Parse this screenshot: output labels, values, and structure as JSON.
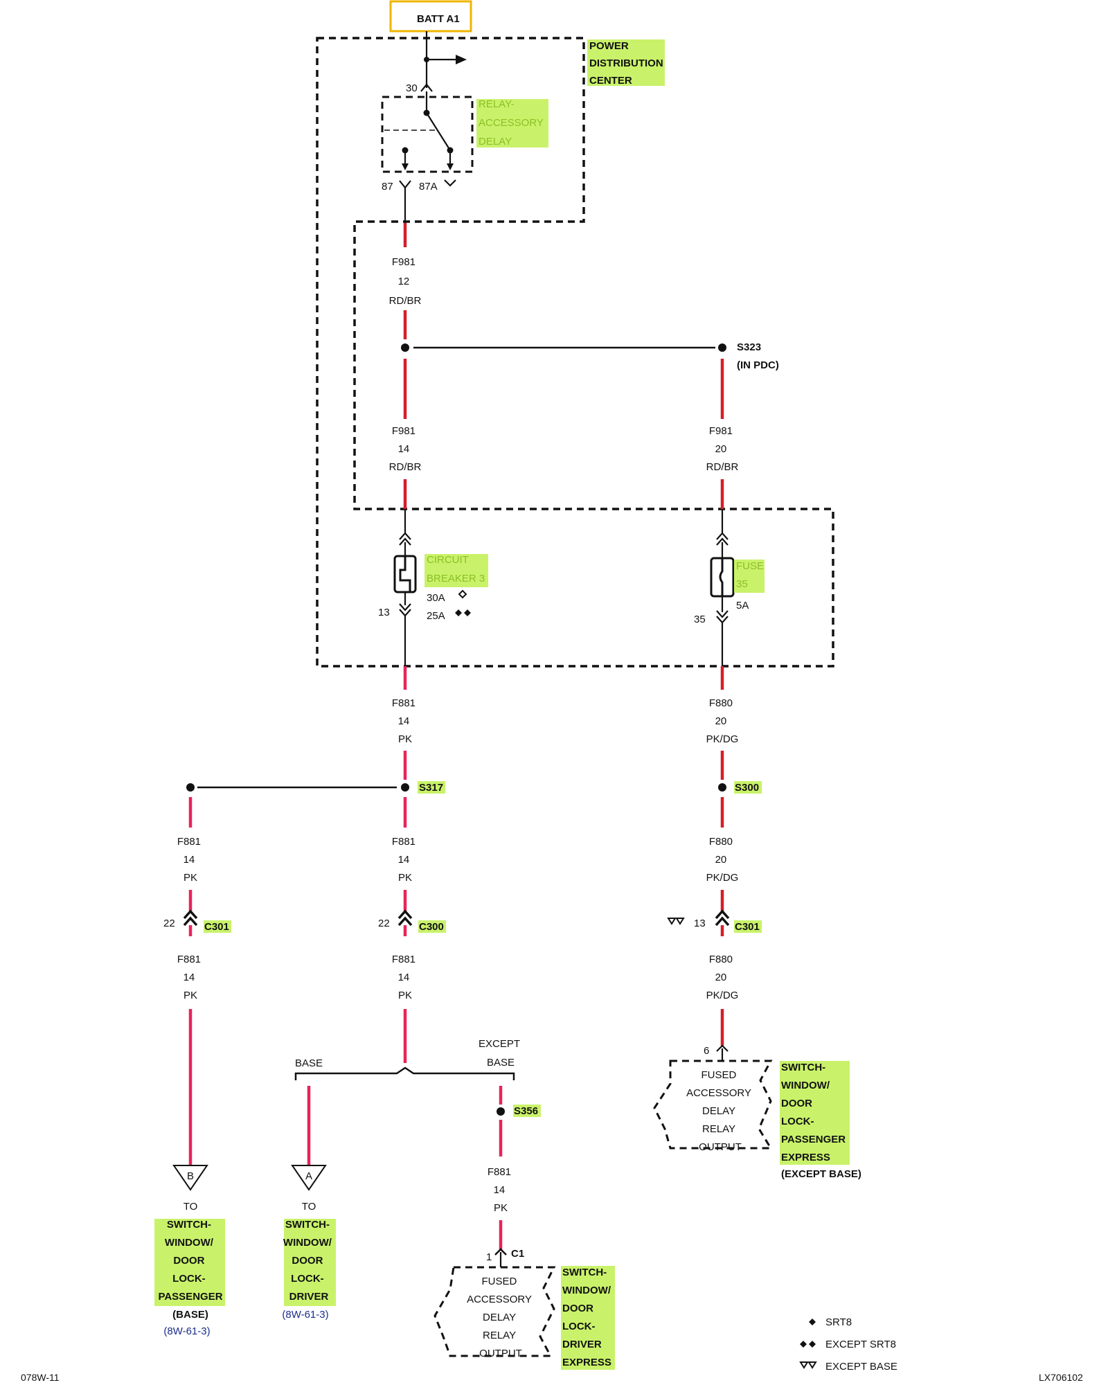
{
  "batt": "BATT A1",
  "pdc": [
    "POWER",
    "DISTRIBUTION",
    "CENTER"
  ],
  "relay": [
    "RELAY-",
    "ACCESSORY",
    "DELAY"
  ],
  "relay_pins": {
    "p30": "30",
    "p87": "87",
    "p87a": "87A"
  },
  "wires": {
    "w1": {
      "circuit": "F981",
      "gauge": "12",
      "color": "RD/BR"
    },
    "w2": {
      "circuit": "F981",
      "gauge": "14",
      "color": "RD/BR"
    },
    "w3": {
      "circuit": "F981",
      "gauge": "20",
      "color": "RD/BR"
    },
    "w4": {
      "circuit": "F881",
      "gauge": "14",
      "color": "PK"
    },
    "w5": {
      "circuit": "F880",
      "gauge": "20",
      "color": "PK/DG"
    },
    "w6": {
      "circuit": "F881",
      "gauge": "14",
      "color": "PK"
    },
    "w7": {
      "circuit": "F881",
      "gauge": "14",
      "color": "PK"
    },
    "w8": {
      "circuit": "F880",
      "gauge": "20",
      "color": "PK/DG"
    },
    "w9": {
      "circuit": "F881",
      "gauge": "14",
      "color": "PK"
    },
    "w10": {
      "circuit": "F881",
      "gauge": "14",
      "color": "PK"
    },
    "w11": {
      "circuit": "F880",
      "gauge": "20",
      "color": "PK/DG"
    },
    "w12": {
      "circuit": "F881",
      "gauge": "14",
      "color": "PK"
    }
  },
  "splices": {
    "s323": "S323",
    "s323_note": "(IN PDC)",
    "s317": "S317",
    "s300": "S300",
    "s356": "S356"
  },
  "breaker": {
    "name": [
      "CIRCUIT",
      "BREAKER 3"
    ],
    "rating1": "30A",
    "rating2": "25A",
    "pin": "13"
  },
  "fuse": {
    "name": [
      "FUSE",
      "35"
    ],
    "rating": "5A",
    "pin": "35"
  },
  "connectors": {
    "left": {
      "pin": "22",
      "name": "C301"
    },
    "mid": {
      "pin": "22",
      "name": "C300"
    },
    "right": {
      "pin": "13",
      "name": "C301"
    },
    "c1": {
      "pin": "1",
      "name": "C1"
    }
  },
  "branch": {
    "base": "BASE",
    "except": [
      "EXCEPT",
      "BASE"
    ]
  },
  "refs": {
    "b": {
      "letter": "B",
      "to": "TO",
      "dest": [
        "SWITCH-",
        "WINDOW/",
        "DOOR",
        "LOCK-",
        "PASSENGER"
      ],
      "note": "(BASE)",
      "page": "(8W-61-3)"
    },
    "a": {
      "letter": "A",
      "to": "TO",
      "dest": [
        "SWITCH-",
        "WINDOW/",
        "DOOR",
        "LOCK-",
        "DRIVER"
      ],
      "page": "(8W-61-3)"
    }
  },
  "fused_output": [
    "FUSED",
    "ACCESSORY",
    "DELAY",
    "RELAY",
    "OUTPUT"
  ],
  "comp_right": {
    "pin": "6",
    "name": [
      "SWITCH-",
      "WINDOW/",
      "DOOR",
      "LOCK-",
      "PASSENGER",
      "EXPRESS"
    ],
    "note": "(EXCEPT BASE)"
  },
  "comp_bottom": {
    "name": [
      "SWITCH-",
      "WINDOW/",
      "DOOR",
      "LOCK-",
      "DRIVER",
      "EXPRESS"
    ]
  },
  "legend": [
    {
      "symbol": "diamond",
      "count": 1,
      "text": "SRT8"
    },
    {
      "symbol": "diamond",
      "count": 2,
      "text": "EXCEPT SRT8"
    },
    {
      "symbol": "triangle",
      "count": 2,
      "text": "EXCEPT BASE"
    }
  ],
  "footer": {
    "left": "078W-11",
    "right": "LX706102"
  }
}
